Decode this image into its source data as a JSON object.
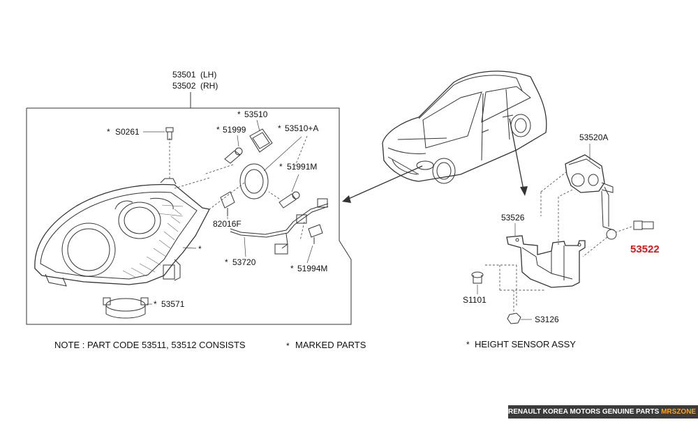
{
  "labels": {
    "p53501": "53501",
    "p53501_side": "(LH)",
    "p53502": "53502",
    "p53502_side": "(RH)",
    "s0261": "S0261",
    "p51999": "51999",
    "p53510": "53510",
    "p53510a": "53510+A",
    "p51991m": "51991M",
    "p82016f": "82016F",
    "p53720": "53720",
    "p51994m": "51994M",
    "p53571": "53571",
    "p53520a": "53520A",
    "p53526": "53526",
    "p53522": "53522",
    "s1101": "S1101",
    "s3126": "S3126",
    "star": "*"
  },
  "notes": {
    "note1": "NOTE : PART  CODE  53511, 53512  CONSISTS",
    "note2": "MARKED PARTS",
    "note3": "HEIGHT SENSOR ASSY"
  },
  "footer": {
    "text": "RENAULT KOREA MOTORS GENUINE PARTS ",
    "brand": "MRSZONE"
  },
  "colors": {
    "highlight": "#e0141b",
    "footer_bg": "#3b3b3b",
    "footer_brand": "#f5a623"
  }
}
